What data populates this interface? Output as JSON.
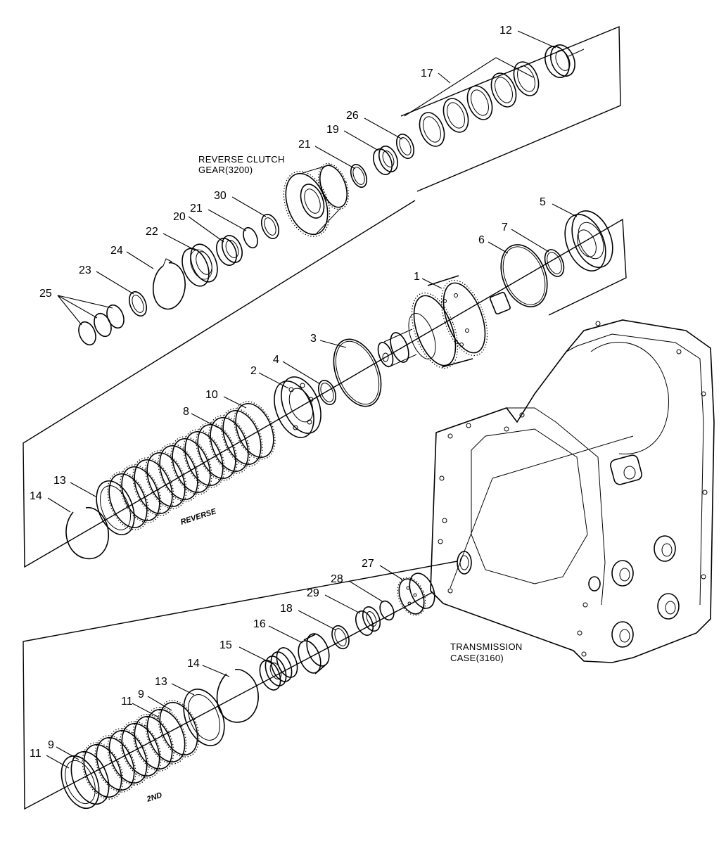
{
  "labels": {
    "reverse_clutch_gear_l1": "REVERSE CLUTCH",
    "reverse_clutch_gear_l2": "GEAR(3200)",
    "transmission_case_l1": "TRANSMISSION",
    "transmission_case_l2": "CASE(3160)",
    "reverse_pack": "REVERSE",
    "second_pack": "2ND"
  },
  "callouts": {
    "p1": "1",
    "p2": "2",
    "p3": "3",
    "p4": "4",
    "p5": "5",
    "p6": "6",
    "p7": "7",
    "p8": "8",
    "p9a": "9",
    "p9b": "9",
    "p10": "10",
    "p11a": "11",
    "p11b": "11",
    "p12": "12",
    "p13a": "13",
    "p13b": "13",
    "p14a": "14",
    "p14b": "14",
    "p15": "15",
    "p16": "16",
    "p17": "17",
    "p18": "18",
    "p19": "19",
    "p20": "20",
    "p21a": "21",
    "p21b": "21",
    "p22": "22",
    "p23": "23",
    "p24": "24",
    "p25": "25",
    "p26": "26",
    "p27": "27",
    "p28": "28",
    "p29": "29",
    "p30": "30"
  }
}
